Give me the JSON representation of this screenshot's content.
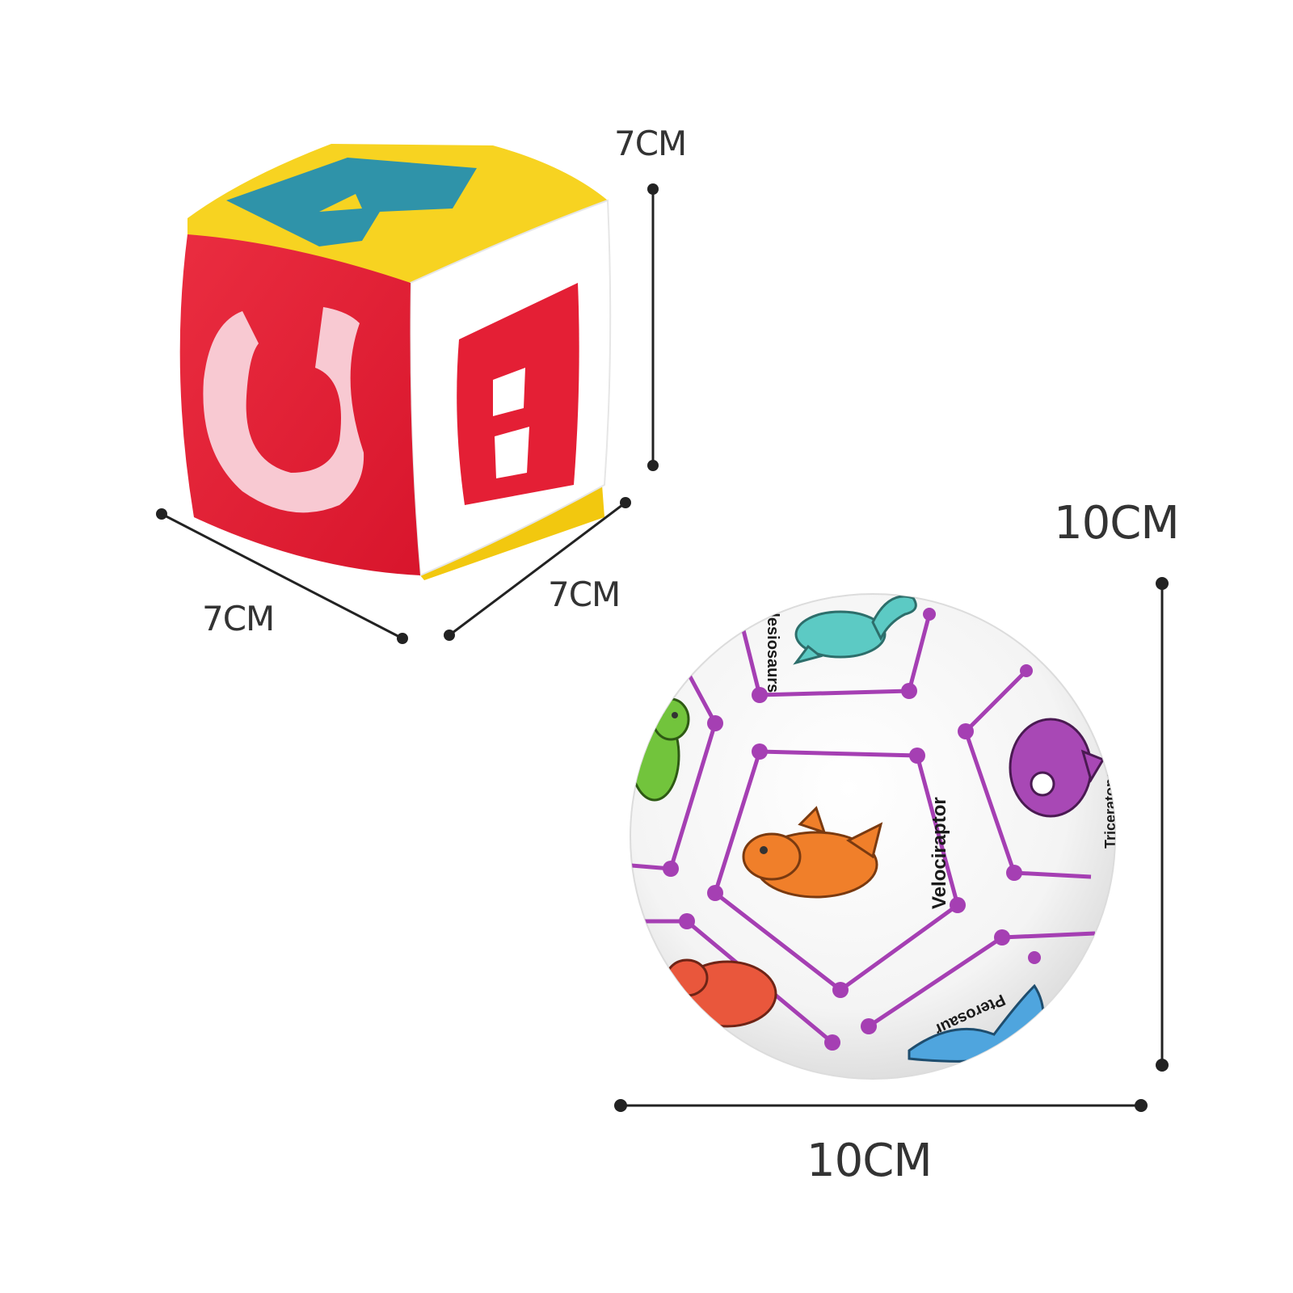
{
  "cube": {
    "face_letters": {
      "top": "A",
      "front": "C",
      "side": "B"
    },
    "colors": {
      "top_face": "#f7d321",
      "top_letter": "#2f93a9",
      "front_face": "#e41f35",
      "front_letter": "#f8c9d2",
      "side_face": "#ffffff",
      "side_letter": "#e41f35"
    }
  },
  "dimensions": {
    "cube_height": "7CM",
    "cube_width": "7CM",
    "cube_depth": "7CM",
    "ball_height": "10CM",
    "ball_width": "10CM"
  },
  "ball": {
    "seam_color": "#a53fb3",
    "labels": {
      "center": "Velociraptor",
      "top": "Plesiosaurs",
      "bottom": "Pterosaur",
      "right": "Triceratops"
    },
    "dinosaur_colors": {
      "velociraptor": "#f07f2a",
      "plesiosaurs": "#5ccac4",
      "triceratops": "#a848b5",
      "left_dino": "#72c43c",
      "pterosaur": "#4fa5de",
      "bottom_left_dino": "#e9573c"
    }
  }
}
